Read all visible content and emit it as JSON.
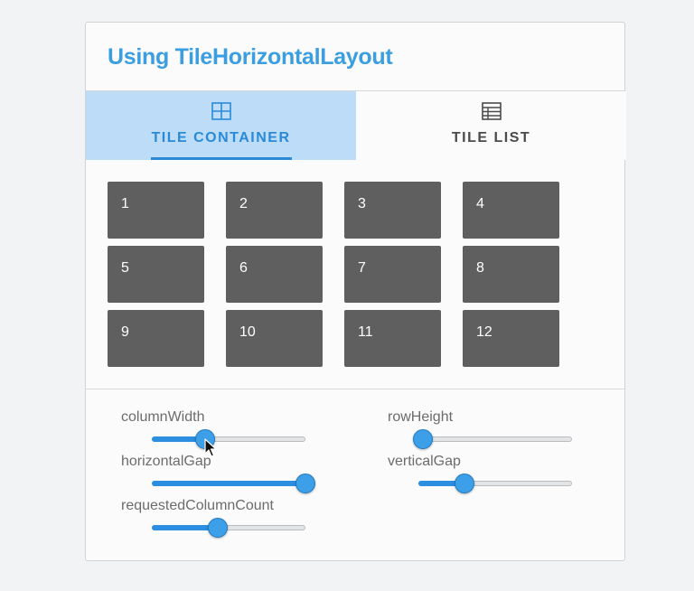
{
  "title": "Using TileHorizontalLayout",
  "tabs": [
    {
      "label": "TILE CONTAINER",
      "icon": "grid-icon",
      "selected": true
    },
    {
      "label": "TILE LIST",
      "icon": "table-list-icon",
      "selected": false
    }
  ],
  "tiles": [
    "1",
    "2",
    "3",
    "4",
    "5",
    "6",
    "7",
    "8",
    "9",
    "10",
    "11",
    "12"
  ],
  "controls": {
    "columnWidth": {
      "label": "columnWidth",
      "value": 0.35
    },
    "rowHeight": {
      "label": "rowHeight",
      "value": 0.03
    },
    "horizontalGap": {
      "label": "horizontalGap",
      "value": 1.0
    },
    "verticalGap": {
      "label": "verticalGap",
      "value": 0.3
    },
    "requestedColumnCount": {
      "label": "requestedColumnCount",
      "value": 0.43
    }
  },
  "colors": {
    "accent": "#3a9ee0",
    "tab_selected_bg": "#bcdcf7",
    "tile_bg": "#5f5f5f",
    "slider_fill": "#2b8ee0"
  }
}
